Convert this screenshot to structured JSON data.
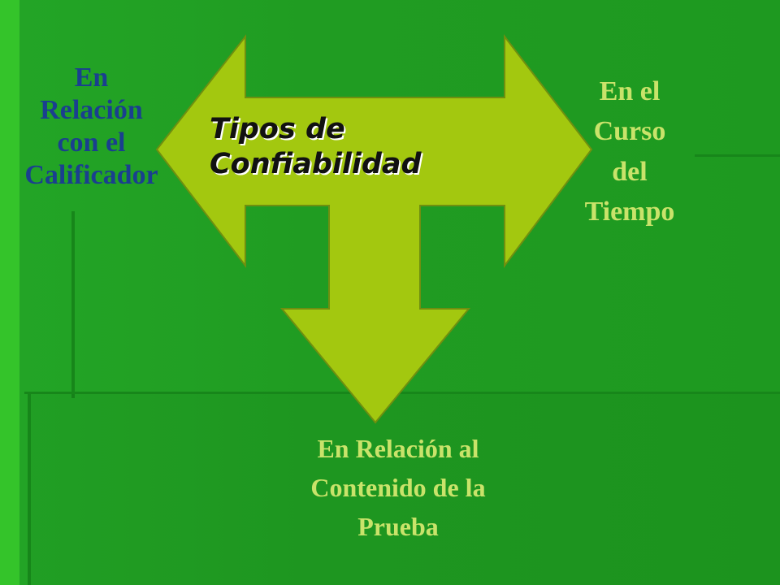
{
  "diagram": {
    "center_title_line1": "Tipos de",
    "center_title_line2": "Confiabilidad",
    "left_label_lines": [
      "En",
      "Relación",
      "con el",
      "Calificador"
    ],
    "right_label_lines": [
      "En el",
      "Curso",
      "del",
      "Tiempo"
    ],
    "bottom_label_lines": [
      "En Relación al",
      "Contenido de la",
      "Prueba"
    ]
  },
  "colors": {
    "background": "#209c22",
    "arrow_fill": "#a3c80f",
    "arrow_stroke": "#6f8f10",
    "left_label": "#1a3f8f",
    "side_labels": "#c9e36a"
  }
}
